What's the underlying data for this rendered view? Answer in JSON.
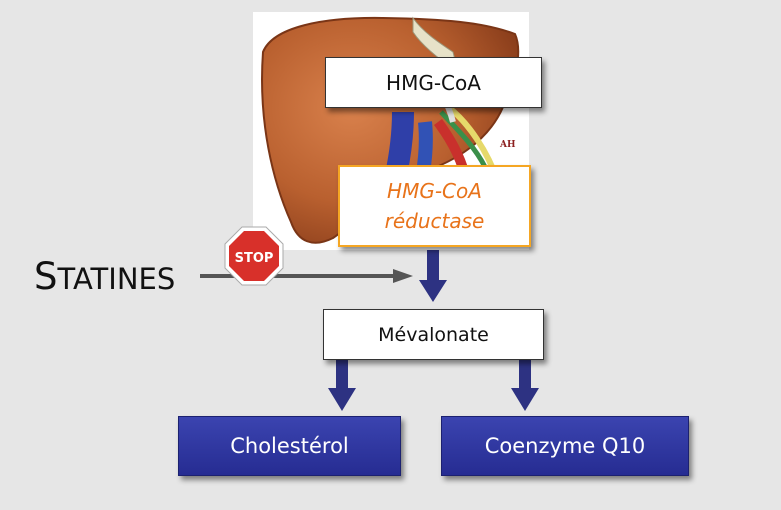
{
  "diagram": {
    "nodes": {
      "hmg_coa": "HMG-CoA",
      "reductase_line1": "HMG-CoA",
      "reductase_line2": "réductase",
      "mevalonate": "Mévalonate",
      "cholesterol": "Cholestérol",
      "coenzyme_q10": "Coenzyme Q10"
    },
    "inhibitor": {
      "first_letter": "S",
      "rest": "TATINES",
      "stop_sign_text": "STOP"
    },
    "liver_image_caption": "AH",
    "colors": {
      "background": "#e6e6e6",
      "arrow_blue": "#2d3282",
      "box_blue": "#2f36a0",
      "reductase_border": "#f5a623",
      "reductase_text": "#e8731a",
      "stop_red": "#d8302a",
      "inhibitor_arrow": "#555555"
    }
  }
}
